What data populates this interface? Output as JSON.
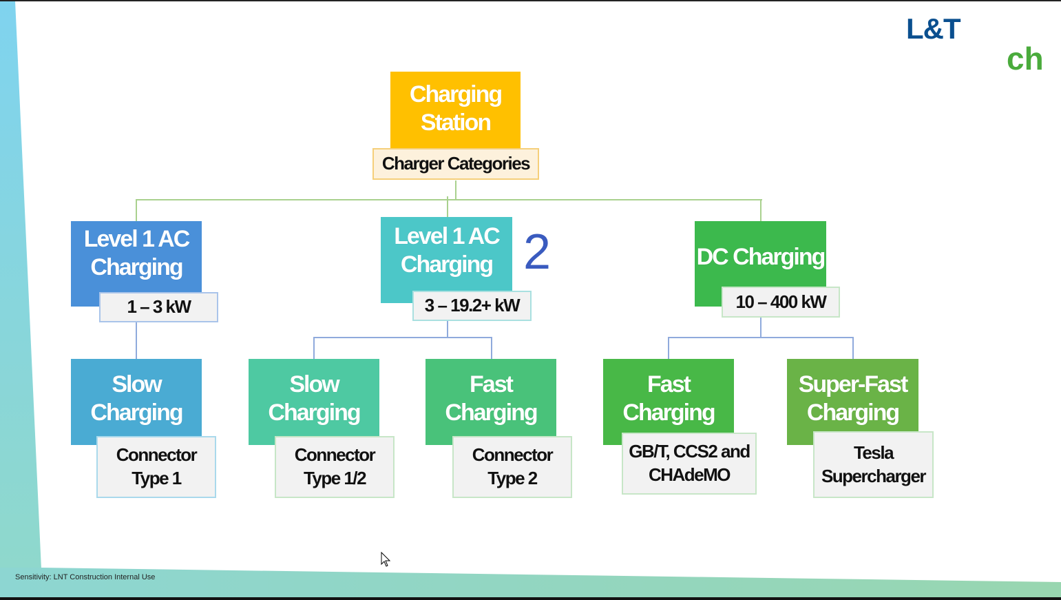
{
  "logo": {
    "text": "L&T",
    "partial_text": "ch",
    "colors": {
      "lt": "#0a4f8f",
      "ch": "#4aab3c"
    }
  },
  "diagram": {
    "root": {
      "title": "Charging Station",
      "subtitle": "Charger Categories",
      "color": "#ffc000"
    },
    "level": [
      {
        "title": "Level 1 AC Charging",
        "power": "1 – 3 kW",
        "color": "#4a90d9"
      },
      {
        "title": "Level 1 AC Charging",
        "power": "3 – 19.2+ kW",
        "color": "#4cc7c8",
        "overlay": "2"
      },
      {
        "title": "DC Charging",
        "power": "10 – 400 kW",
        "color": "#3cb94d"
      }
    ],
    "leaves": [
      {
        "title": "Slow Charging",
        "connector": "Connector Type 1",
        "color": "#4aabd3"
      },
      {
        "title": "Slow Charging",
        "connector": "Connector Type 1/2",
        "color": "#4ec9a2"
      },
      {
        "title": "Fast Charging",
        "connector": "Connector Type 2",
        "color": "#49c27a"
      },
      {
        "title": "Fast Charging",
        "connector": "GB/T, CCS2 and CHAdeMO",
        "color": "#48b847"
      },
      {
        "title": "Super-Fast Charging",
        "connector": "Tesla Supercharger",
        "color": "#6ab347"
      }
    ]
  },
  "footer": {
    "sensitivity": "Sensitivity: LNT Construction Internal Use"
  }
}
